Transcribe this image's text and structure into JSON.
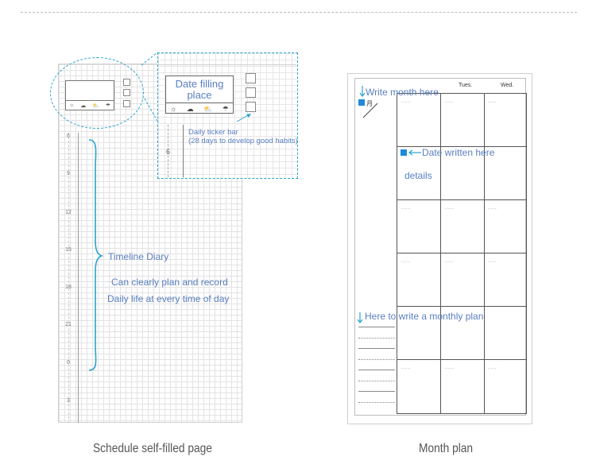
{
  "left_page": {
    "hours": [
      "6",
      "9",
      "12",
      "15",
      "18",
      "21",
      "0",
      "3"
    ],
    "zoom": {
      "date_label": "Date filling place",
      "ticker_line1": "Daily ticker bar",
      "ticker_line2": "(28 days to develop good habits)",
      "hour_label": "6"
    },
    "weather_icons": [
      "☼",
      "☁",
      "⛅",
      "☂"
    ],
    "timeline_title": "Timeline Diary",
    "desc_line1": "Can clearly plan and record",
    "desc_line2": "Daily life at every time of day",
    "caption": "Schedule self-filled page"
  },
  "right_page": {
    "day_headers": [
      "Tues.",
      "Wed."
    ],
    "month_char": "月",
    "cell_dots": "....",
    "write_month": "Write month here",
    "date_written": "Date written here",
    "details": "details",
    "monthly_plan": "Here to write a monthly plan",
    "caption": "Month plan"
  },
  "colors": {
    "accent": "#2aa3cf",
    "text_blue": "#5a7fc1",
    "square_blue": "#1f8ad9"
  }
}
